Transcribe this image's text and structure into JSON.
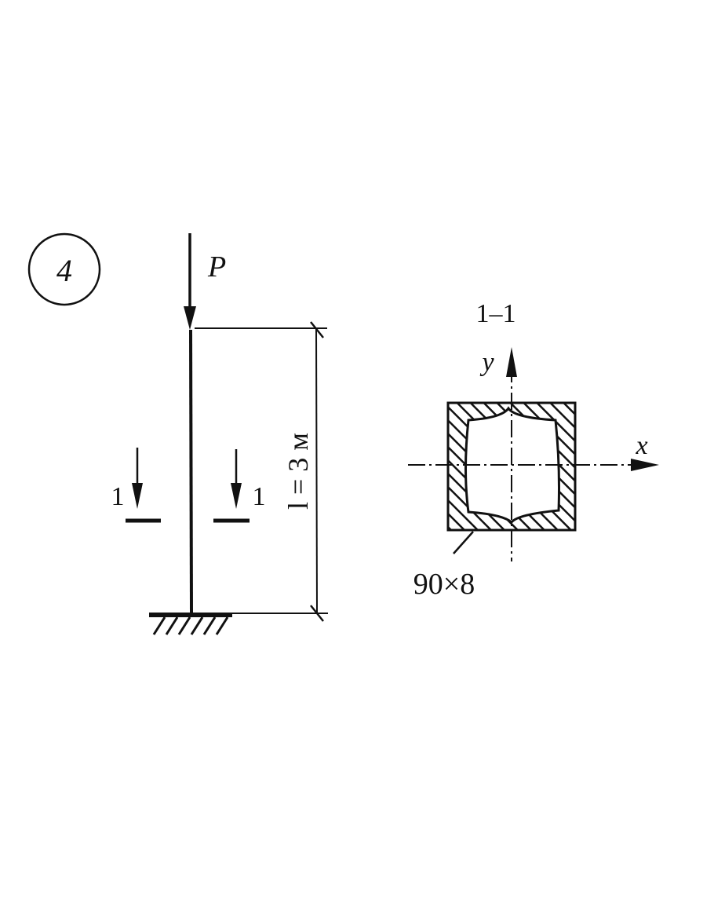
{
  "problem_number": "4",
  "load_label": "P",
  "length_label": "l = 3 м",
  "section_mark_left": "1",
  "section_mark_right": "1",
  "section_title": "1–1",
  "axis_y_label": "y",
  "axis_x_label": "x",
  "profile_label": "90×8",
  "colors": {
    "ink": "#111111",
    "background": "#ffffff"
  }
}
